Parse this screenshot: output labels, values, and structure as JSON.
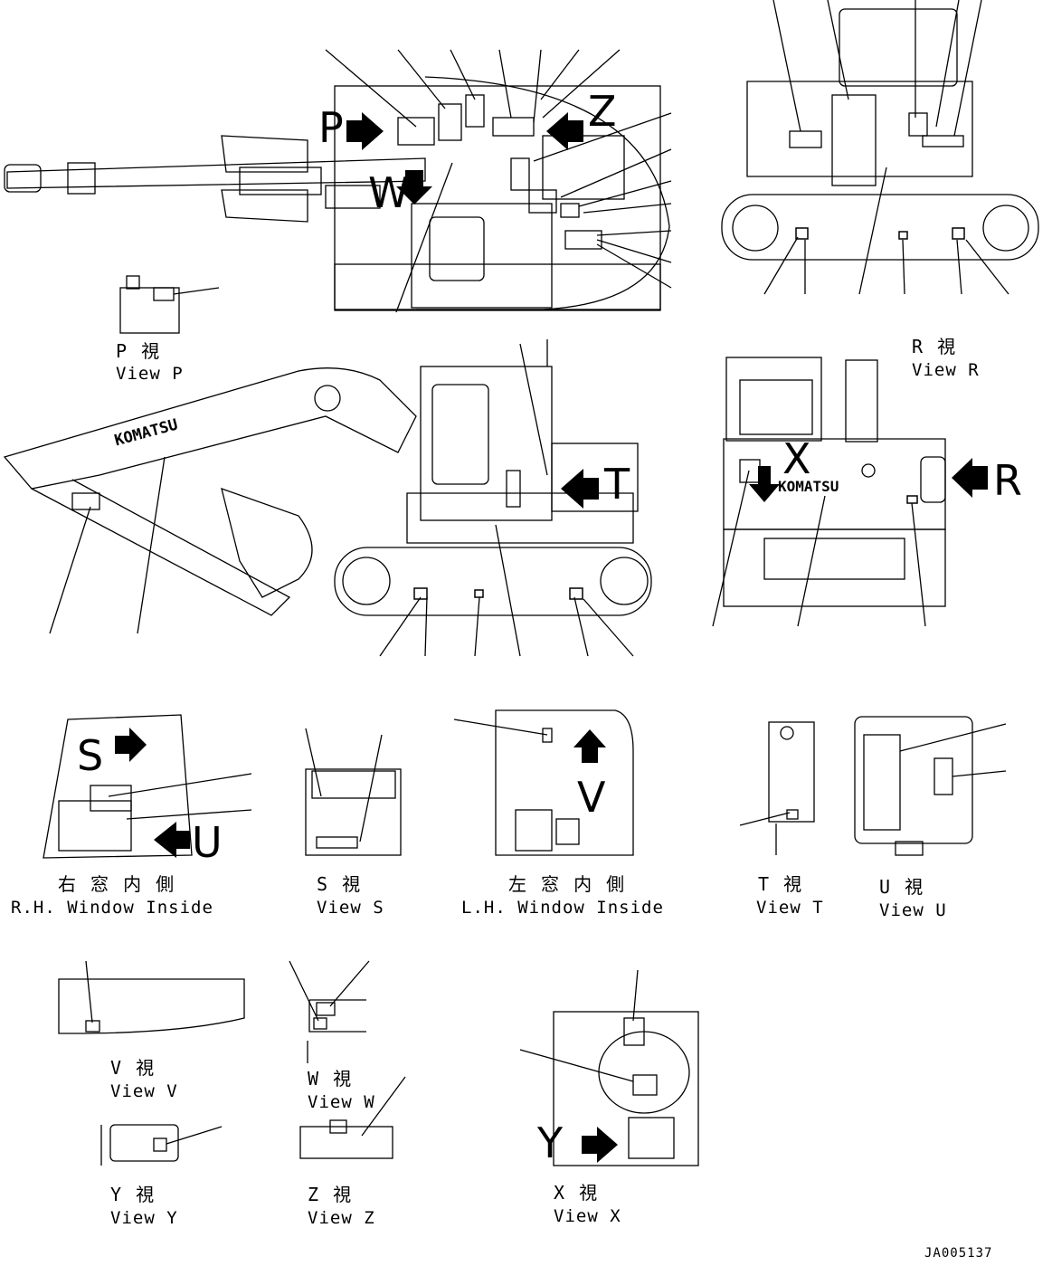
{
  "views": {
    "p": {
      "jp": "P 視",
      "en": "View P"
    },
    "r": {
      "jp": "R 視",
      "en": "View R"
    },
    "rh": {
      "jp": "右 窓 内 側",
      "en": "R.H. Window Inside"
    },
    "s": {
      "jp": "S 視",
      "en": "View S"
    },
    "lh": {
      "jp": "左 窓 内 側",
      "en": "L.H. Window Inside"
    },
    "t": {
      "jp": "T 視",
      "en": "View T"
    },
    "u": {
      "jp": "U 視",
      "en": "View U"
    },
    "v": {
      "jp": "V 視",
      "en": "View V"
    },
    "w": {
      "jp": "W 視",
      "en": "View W"
    },
    "x": {
      "jp": "X 視",
      "en": "View X"
    },
    "y": {
      "jp": "Y 視",
      "en": "View Y"
    },
    "z": {
      "jp": "Z 視",
      "en": "View Z"
    }
  },
  "letters": {
    "p": "P",
    "z": "Z",
    "w": "W",
    "t": "T",
    "x": "X",
    "r": "R",
    "s": "S",
    "u": "U",
    "v": "V",
    "y": "Y"
  },
  "brand": "KOMATSU",
  "drawing_code": "JA005137"
}
